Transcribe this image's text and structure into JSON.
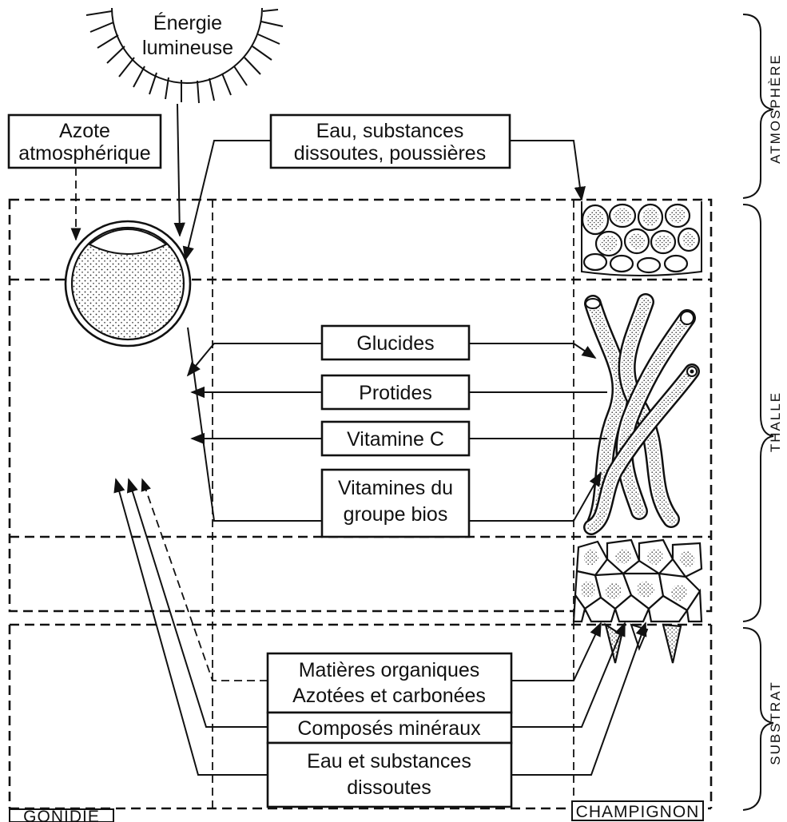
{
  "sun": {
    "label_line1": "Énergie",
    "label_line2": "lumineuse"
  },
  "boxes": {
    "azote_line1": "Azote",
    "azote_line2": "atmosphérique",
    "eau_top_line1": "Eau, substances",
    "eau_top_line2": "dissoutes, poussières",
    "glucides": "Glucides",
    "protides": "Protides",
    "vitamine_c": "Vitamine C",
    "vitamines_bios_line1": "Vitamines du",
    "vitamines_bios_line2": "groupe bios",
    "matieres_line1": "Matières  organiques",
    "matieres_line2": "Azotées et carbonées",
    "composes": "Composés  minéraux",
    "eau_bottom_line1": "Eau  et  substances",
    "eau_bottom_line2": "dissoutes"
  },
  "corner_labels": {
    "gonidie": "GONIDIE",
    "champignon": "CHAMPIGNON"
  },
  "zones": {
    "atmosphere": "ATMOSPHÈRE",
    "thalle": "THALLE",
    "substrat": "SUBSTRAT"
  }
}
